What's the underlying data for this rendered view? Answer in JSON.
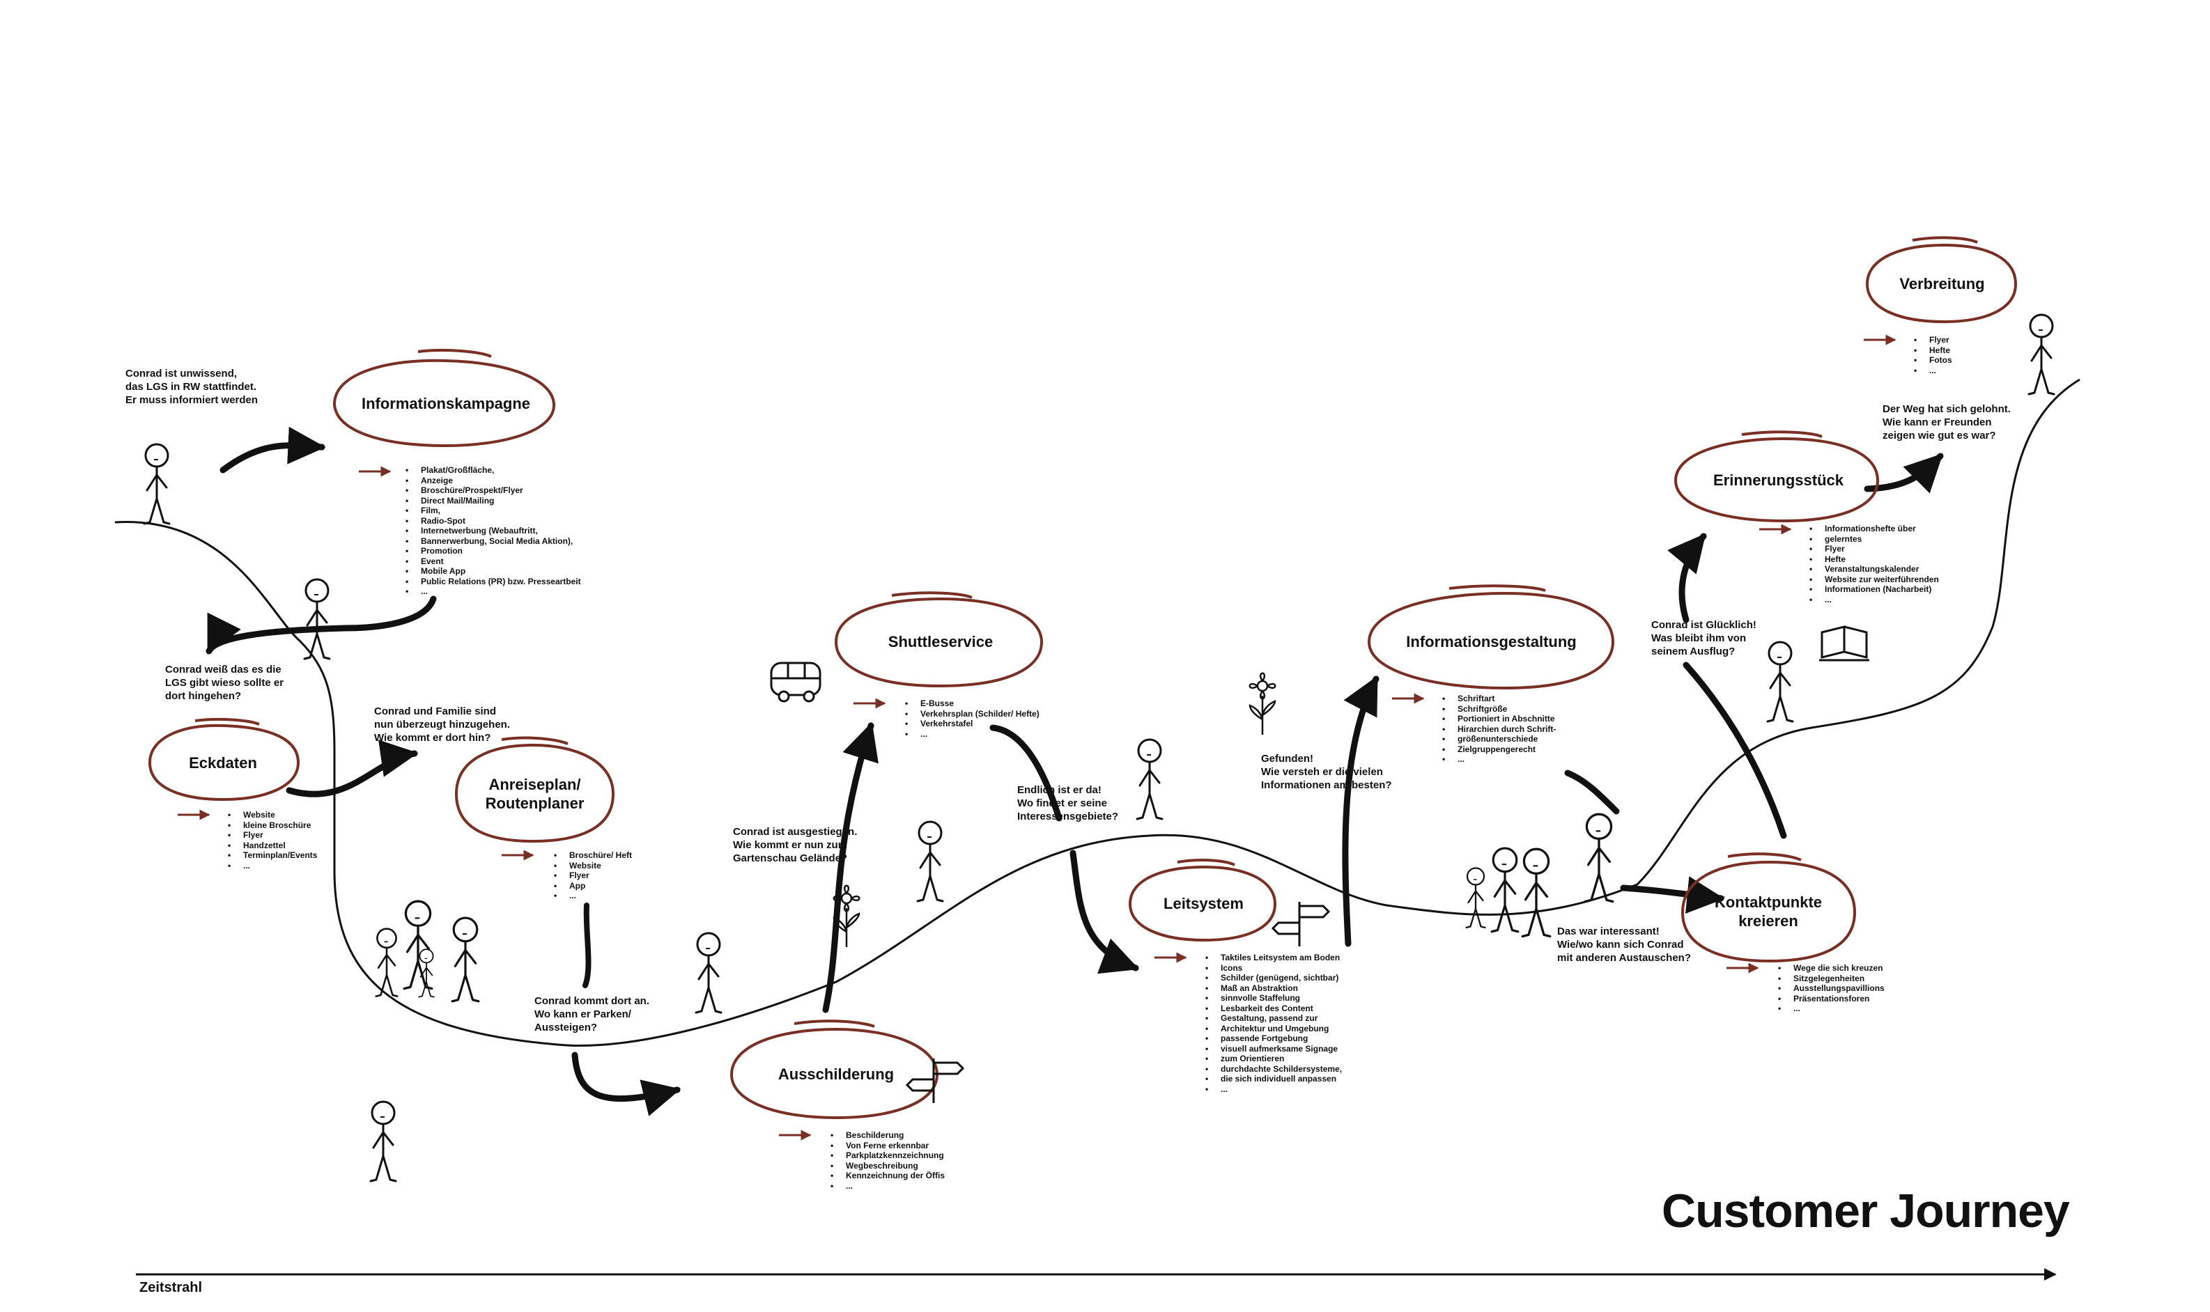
{
  "title": "Customer Journey",
  "timeline_label": "Zeitstrahl",
  "colors": {
    "accent": "#7a2f24",
    "ink": "#111111"
  },
  "stages": [
    {
      "key": "informationskampagne",
      "label": "Informationskampagne",
      "story": "Conrad ist unwissend,\ndas LGS in RW stattfindet.\nEr muss informiert werden",
      "items": [
        "Plakat/Großfläche,",
        "Anzeige",
        "Broschüre/Prospekt/Flyer",
        "Direct Mail/Mailing",
        "Film,",
        "Radio-Spot",
        "Internetwerbung (Webauftritt,",
        "Bannerwerbung, Social Media Aktion),",
        "Promotion",
        "Event",
        "Mobile App",
        "Public Relations (PR) bzw. Presseartbeit",
        "..."
      ]
    },
    {
      "key": "eckdaten",
      "label": "Eckdaten",
      "story": "Conrad weiß das es die\nLGS gibt wieso sollte er\ndort hingehen?",
      "items": [
        "Website",
        "kleine Broschüre",
        "Flyer",
        "Handzettel",
        "Terminplan/Events",
        "..."
      ]
    },
    {
      "key": "anreiseplan",
      "label": "Anreiseplan/\nRoutenplaner",
      "story": "Conrad und Familie sind\nnun überzeugt hinzugehen.\nWie kommt er dort hin?",
      "items": [
        "Broschüre/ Heft",
        "Website",
        "Flyer",
        "App",
        "..."
      ]
    },
    {
      "key": "ausschilderung",
      "label": "Ausschilderung",
      "story": "Conrad kommt dort an.\nWo kann er Parken/\nAussteigen?",
      "items": [
        "Beschilderung",
        "Von Ferne erkennbar",
        "Parkplatzkennzeichnung",
        "Wegbeschreibung",
        "Kennzeichnung der Öffis",
        "..."
      ]
    },
    {
      "key": "shuttleservice",
      "label": "Shuttleservice",
      "story": "Conrad ist ausgestiegen.\nWie kommt er nun zum\nGartenschau Gelände?",
      "items": [
        "E-Busse",
        "Verkehrsplan (Schilder/ Hefte)",
        "Verkehrstafel",
        "..."
      ]
    },
    {
      "key": "leitsystem",
      "label": "Leitsystem",
      "story": "Endlich ist er da!\nWo findet er seine\nInteressensgebiete?",
      "items": [
        "Taktiles Leitsystem am Boden",
        "Icons",
        "Schilder (genügend, sichtbar)",
        "Maß an Abstraktion",
        "sinnvolle Staffelung",
        "Lesbarkeit des Content",
        "Gestaltung, passend zur",
        "Architektur und Umgebung",
        "passende Fortgebung",
        "visuell aufmerksame Signage",
        "zum Orientieren",
        "durchdachte Schildersysteme,",
        "die sich individuell anpassen",
        "..."
      ]
    },
    {
      "key": "informationsgestaltung",
      "label": "Informationsgestaltung",
      "story": "Gefunden!\nWie versteh er die vielen\nInformationen am besten?",
      "items": [
        "Schriftart",
        "Schriftgröße",
        "Portioniert in Abschnitte",
        "Hirarchien durch Schrift-",
        "größenunterschiede",
        "Zielgruppengerecht",
        "..."
      ]
    },
    {
      "key": "kontaktpunkte",
      "label": "Kontaktpunkte\nkreieren",
      "story": "Das war interessant!\nWie/wo kann sich Conrad\nmit anderen Austauschen?",
      "items": [
        "Wege die sich kreuzen",
        "Sitzgelegenheiten",
        "Ausstellungspavillions",
        "Präsentationsforen",
        "..."
      ]
    },
    {
      "key": "erinnerungsstueck",
      "label": "Erinnerungsstück",
      "story": "Conrad ist Glücklich!\nWas bleibt ihm von\nseinem Ausflug?",
      "items": [
        "Informationshefte über",
        "gelerntes",
        "Flyer",
        "Hefte",
        "Veranstaltungskalender",
        "Website zur weiterführenden",
        "Informationen (Nacharbeit)",
        "..."
      ]
    },
    {
      "key": "verbreitung",
      "label": "Verbreitung",
      "story": "Der Weg hat sich gelohnt.\nWie kann er Freunden\nzeigen wie gut es war?",
      "items": [
        "Flyer",
        "Hefte",
        "Fotos",
        "..."
      ]
    }
  ]
}
